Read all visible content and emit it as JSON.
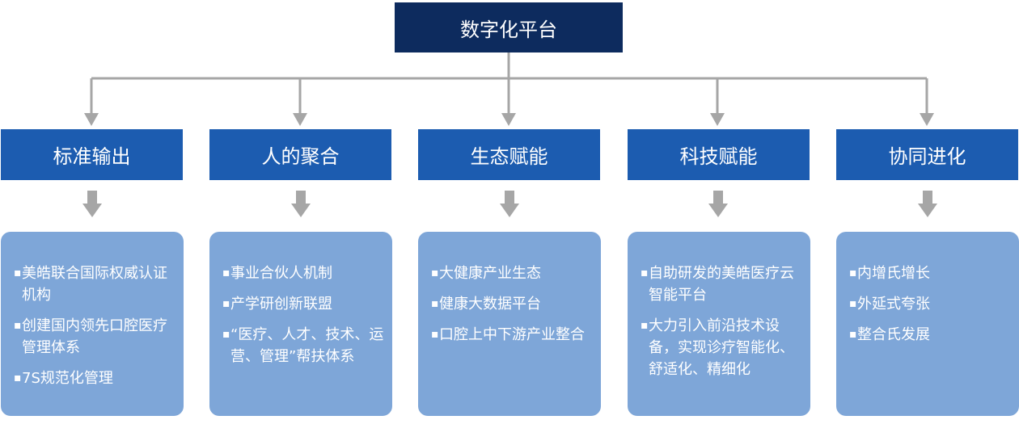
{
  "root": {
    "label": "数字化平台"
  },
  "branches": [
    {
      "label": "标准输出",
      "items": [
        "美皓联合国际权威认证机构",
        "创建国内领先口腔医疗管理体系",
        "7S规范化管理"
      ]
    },
    {
      "label": "人的聚合",
      "items": [
        "事业合伙人机制",
        "产学研创新联盟",
        "“医疗、人才、技术、运 营、管理”帮扶体系"
      ]
    },
    {
      "label": "生态赋能",
      "items": [
        "大健康产业生态",
        "健康大数据平台",
        "口腔上中下游产业整合"
      ]
    },
    {
      "label": "科技赋能",
      "items": [
        "自助研发的美皓医疗云智能平台",
        "大力引入前沿技术设备，实现诊疗智能化、舒适化、精细化"
      ]
    },
    {
      "label": "协同进化",
      "items": [
        "内增氏增长",
        "外延式夸张",
        "整合氏发展"
      ]
    }
  ],
  "bullet_char": "▪",
  "colors": {
    "root": "#0d2b5e",
    "branch": "#1c5cb0",
    "card": "#7ea6d8",
    "connector": "#a6a6a6"
  }
}
